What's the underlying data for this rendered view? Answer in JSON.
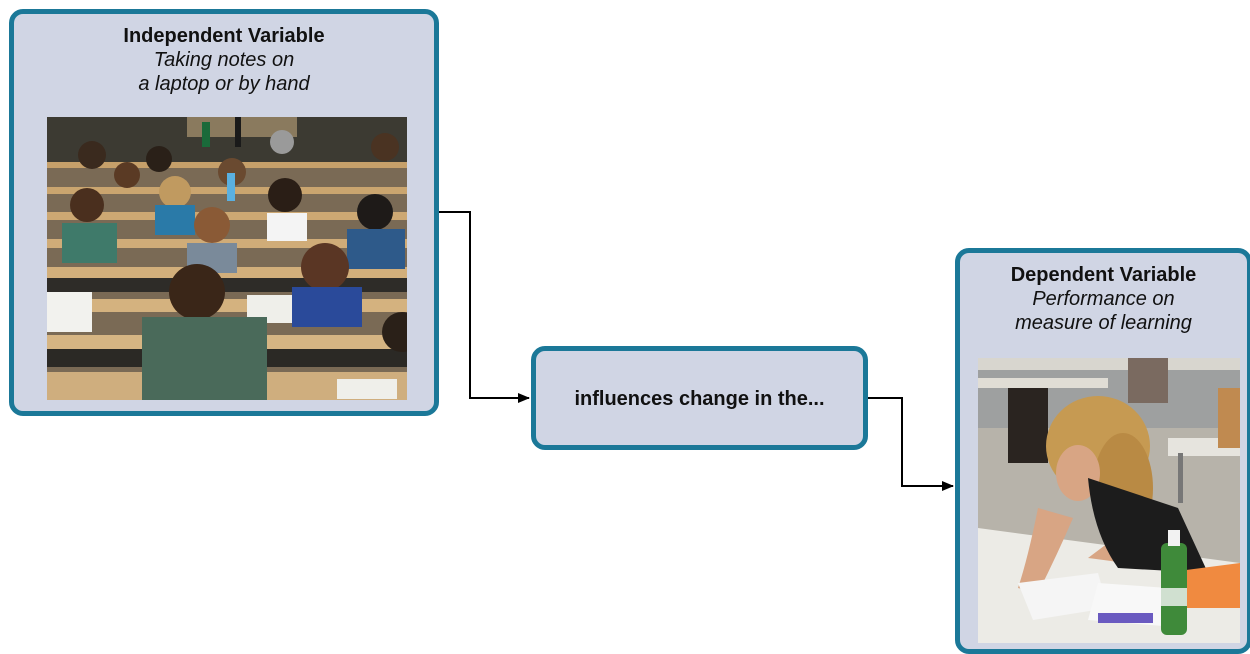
{
  "independent": {
    "title": "Independent Variable",
    "line1": "Taking notes on",
    "line2": "a laptop or by hand",
    "photo_icon": "lecture-hall-students-photo"
  },
  "middle": {
    "label": "influences change in the..."
  },
  "dependent": {
    "title": "Dependent Variable",
    "line1": "Performance on",
    "line2": "measure of learning",
    "photo_icon": "student-writing-exam-photo"
  },
  "colors": {
    "box_fill": "#d0d5e4",
    "box_border": "#1b7898",
    "arrow": "#000000"
  }
}
